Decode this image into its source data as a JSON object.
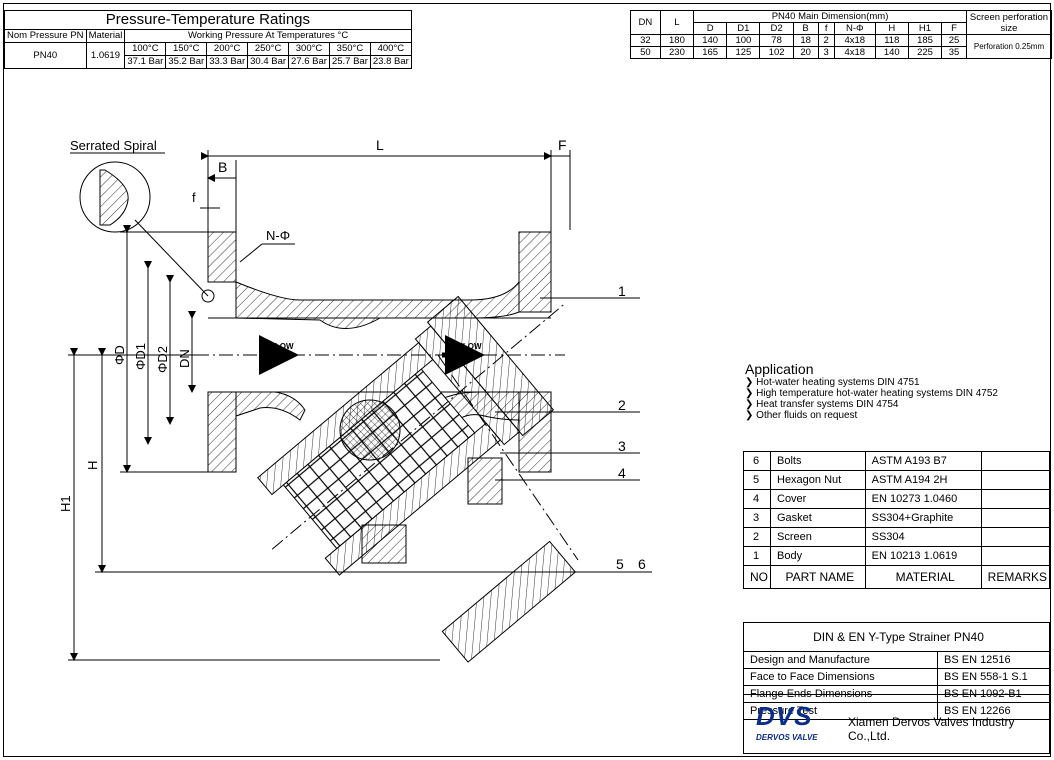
{
  "ratings": {
    "title": "Pressure-Temperature Ratings",
    "col_nom": "Nom Pressure PN",
    "col_material": "Material",
    "col_working": "Working Pressure At Temperatures °C",
    "pn": "PN40",
    "material": "1.0619",
    "temps": [
      "100°C",
      "150°C",
      "200°C",
      "250°C",
      "300°C",
      "350°C",
      "400°C"
    ],
    "pressures": [
      "37.1 Bar",
      "35.2 Bar",
      "33.3 Bar",
      "30.4 Bar",
      "27.6 Bar",
      "25.7 Bar",
      "23.8 Bar"
    ]
  },
  "dims": {
    "col_dn": "DN",
    "col_l": "L",
    "group_title": "PN40 Main Dimension(mm)",
    "screen_title": "Screen perforation size",
    "cols": [
      "D",
      "D1",
      "D2",
      "B",
      "f",
      "N-Φ",
      "H",
      "H1",
      "F"
    ],
    "rows": [
      [
        "32",
        "180",
        "140",
        "100",
        "78",
        "18",
        "2",
        "4x18",
        "118",
        "185",
        "25"
      ],
      [
        "50",
        "230",
        "165",
        "125",
        "102",
        "20",
        "3",
        "4x18",
        "140",
        "225",
        "35"
      ]
    ],
    "perforation": "Perforation 0.25mm"
  },
  "drawing": {
    "serrated_spiral": "Serrated Spiral",
    "label_L": "L",
    "label_F": "F",
    "label_B": "B",
    "label_f": "f",
    "label_N": "N-Φ",
    "label_D": "ΦD",
    "label_D1": "ΦD1",
    "label_D2": "ΦD2",
    "label_DN": "DN",
    "label_H": "H",
    "label_H1": "H1",
    "flow1": "FLOW",
    "flow2": "FLOW",
    "callouts": [
      "1",
      "2",
      "3",
      "4",
      "5",
      "6"
    ]
  },
  "application": {
    "title": "Application",
    "items": [
      "Hot-water heating systems DIN 4751",
      "High temperature hot-water heating systems DIN 4752",
      "Heat transfer systems DIN 4754",
      "Other fluids on request"
    ]
  },
  "parts": {
    "rows": [
      {
        "no": "6",
        "name": "Bolts",
        "material": "ASTM A193 B7",
        "remarks": ""
      },
      {
        "no": "5",
        "name": "Hexagon Nut",
        "material": "ASTM A194 2H",
        "remarks": ""
      },
      {
        "no": "4",
        "name": "Cover",
        "material": "EN 10273 1.0460",
        "remarks": ""
      },
      {
        "no": "3",
        "name": "Gasket",
        "material": "SS304+Graphite",
        "remarks": ""
      },
      {
        "no": "2",
        "name": "Screen",
        "material": "SS304",
        "remarks": ""
      },
      {
        "no": "1",
        "name": "Body",
        "material": "EN 10213 1.0619",
        "remarks": ""
      }
    ],
    "h_no": "NO",
    "h_name": "PART NAME",
    "h_material": "MATERIAL",
    "h_remarks": "REMARKS"
  },
  "standards": {
    "title": "DIN & EN Y-Type Strainer PN40",
    "rows": [
      {
        "label": "Design and Manufacture",
        "value": "BS EN 12516"
      },
      {
        "label": "Face to Face Dimensions",
        "value": "BS EN 558-1 S.1"
      },
      {
        "label": "Flange Ends Dimensions",
        "value": "BS EN 1092-B1"
      },
      {
        "label": "Pressure Test",
        "value": "BS EN 12266"
      }
    ]
  },
  "company": {
    "logo": "DVS",
    "logo_sub": "DERVOS VALVE",
    "name": "Xiamen Dervos Valves Industry Co.,Ltd.",
    "brand_color": "#0a2c8a"
  }
}
